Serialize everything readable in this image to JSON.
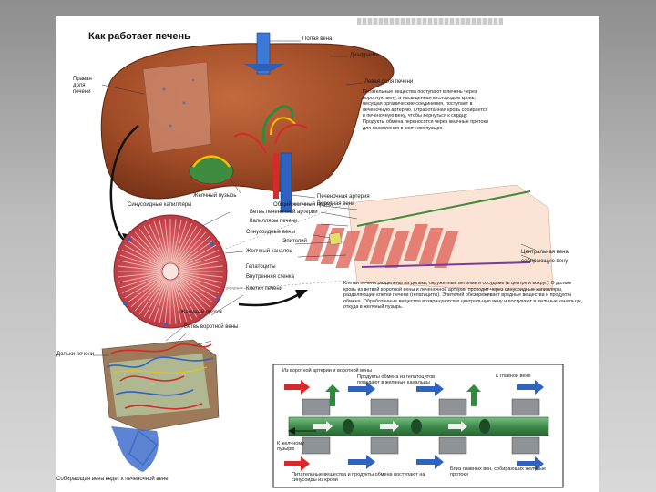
{
  "header": {
    "title": "Как работает печень"
  },
  "liver_labels": {
    "vena_cava": "Полая вена",
    "diaphragm": "Диафрагма",
    "right_lobe": "Правая доля печени",
    "left_lobe": "Левая доля печени",
    "hepatic_artery": "Печеночная артерия",
    "portal_vein": "Воротная вена",
    "gallbladder": "Желчный пузырь"
  },
  "nutrients_paragraph": "Питательные вещества поступают в печень через воротную вену, а насыщенная кислородом кровь, несущая органические соединения, поступает в печеночную артерию. Отработанная кровь собирается в печеночную вену, чтобы вернуться к сердцу. Продукты обмена переносятся через желчные протоки для накопления в желчном пузыре.",
  "lobule_labels": {
    "sinusoids": "Синусоидные капилляры",
    "bile_duct_common": "Общий желчный проток",
    "artery_branch": "Ветвь печеночной артерии",
    "capillaries": "Капилляры печени",
    "sinusoid_veins": "Синусоидные вены",
    "epithelium": "Эпителий",
    "bile_canal": "Желчный каналец",
    "hepatocytes": "Гепатоциты",
    "inner_wall": "Внутренняя стенка",
    "cells": "Клетки печени",
    "central_vein": "Центральная вена",
    "collecting": "собирающую вену"
  },
  "lobule_paragraph": "Клетки печени разделены на дольки, окруженные ветвями и сосудами (в центре и вокруг). В дольке кровь из ветвей воротной вены и печеночной артерии проходит через синусоидные капилляры, разделяющие клетки печени (гепатоциты). Эпителий обезвреживает вредные вещества и продукты обмена. Обработанные вещества возвращаются в центральную вену и поступают в желчные канальцы, откуда в желчный пузырь.",
  "vessel_labels": {
    "bile_duct": "Желчный проток",
    "portal_branch": "Ветвь воротной вены",
    "hepatic_lobule": "Дольки печени",
    "collecting_vein": "Собирающая вена ведет к печеночной вене"
  },
  "flow_labels": {
    "top_left": "Из воротной артерии и воротной вены",
    "top_mid": "Продукты обмена из гепатоцитов попадают в желчные канальцы",
    "top_right": "К главной вене",
    "left_mid": "К желчному пузырю",
    "bottom_left": "Питательные вещества и продукты обмена поступают на синусоиды из крови",
    "bottom_right": "Близ главных вен, собирающих желчные протоки"
  },
  "colors": {
    "liver": "#a8522c",
    "artery": "#d8282a",
    "vein": "#2b66c4",
    "bile": "#2e8b3c",
    "lobule": "#c7404a"
  }
}
